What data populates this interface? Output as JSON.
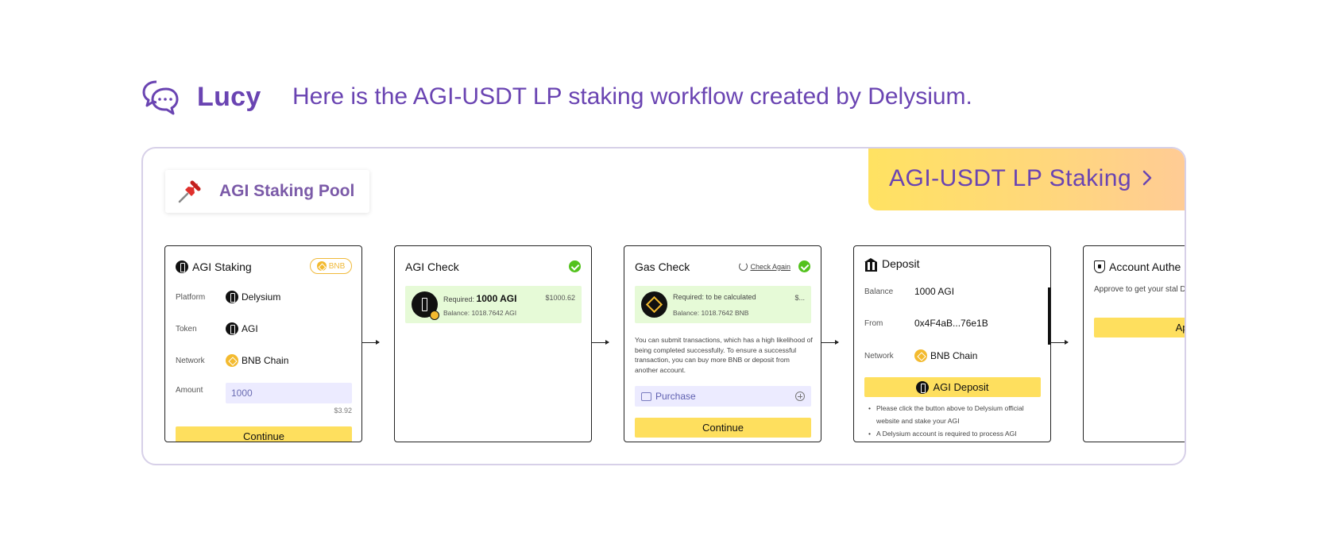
{
  "header": {
    "bot_name": "Lucy",
    "message": "Here is the AGI-USDT LP staking workflow created by Delysium."
  },
  "pool": {
    "title": "AGI Staking Pool"
  },
  "banner": {
    "title": "AGI-USDT LP Staking"
  },
  "colors": {
    "accent": "#6a44b2",
    "yellow": "#fedf5e",
    "green_bg": "#e6fad7",
    "check": "#53c21d",
    "input_bg": "#ecebff"
  },
  "cards": {
    "staking": {
      "title": "AGI Staking",
      "badge": "BNB",
      "rows": [
        {
          "label": "Platform",
          "value": "Delysium"
        },
        {
          "label": "Token",
          "value": "AGI"
        },
        {
          "label": "Network",
          "value": "BNB Chain"
        }
      ],
      "amount_label": "Amount",
      "amount_value": "1000",
      "amount_usd": "$3.92",
      "button": "Continue"
    },
    "agi_check": {
      "title": "AGI Check",
      "required_prefix": "Required:",
      "required_value": "1000 AGI",
      "required_usd": "$1000.62",
      "balance": "Balance: 1018.7642 AGI"
    },
    "gas_check": {
      "title": "Gas Check",
      "check_again": "Check Again",
      "required": "Required: to be calculated",
      "required_usd": "$...",
      "balance": "Balance: 1018.7642 BNB",
      "description": "You can submit transactions, which has a high likelihood of being completed successfully. To ensure a successful transaction, you can buy more BNB or deposit from another account.",
      "purchase": "Purchase",
      "button": "Continue"
    },
    "deposit": {
      "title": "Deposit",
      "rows": [
        {
          "label": "Balance",
          "value": "1000 AGI"
        },
        {
          "label": "From",
          "value": "0x4F4aB...76e1B"
        },
        {
          "label": "Network",
          "value": "BNB Chain"
        }
      ],
      "button": "AGI Deposit",
      "notes": [
        "Please click the button above to Delysium official website and stake your AGI",
        "A Delysium account is required to process AGI"
      ]
    },
    "auth": {
      "title": "Account Authe",
      "text": "Approve to get your stal Delysium",
      "button": "Appro"
    }
  },
  "icons": [
    "chat-bubbles-icon",
    "pushpin-icon",
    "chevron-right-icon",
    "agi-token-icon",
    "bnb-icon",
    "check-icon",
    "refresh-icon",
    "bank-icon",
    "shield-icon",
    "plus-circle-icon",
    "purchase-icon"
  ]
}
